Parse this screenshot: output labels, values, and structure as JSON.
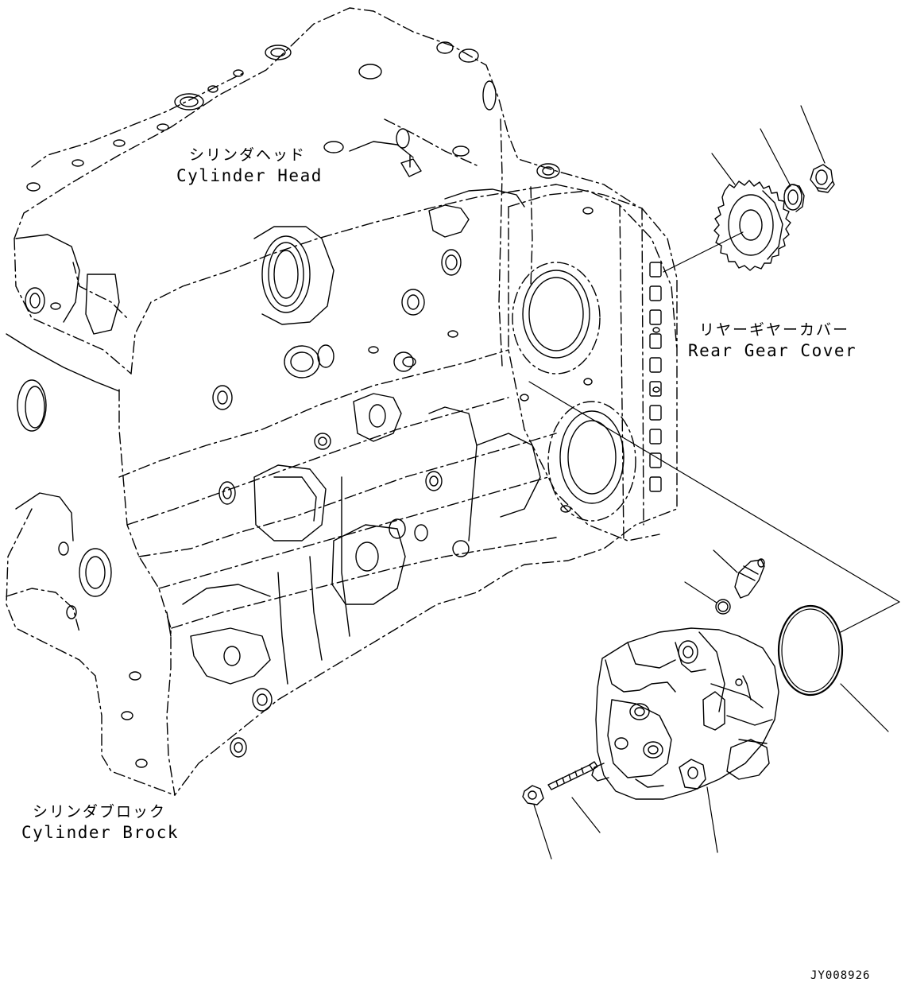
{
  "labels": {
    "cylinder_head": {
      "jp": "シリンダヘッド",
      "en": "Cylinder Head"
    },
    "cylinder_block": {
      "jp": "シリンダブロック",
      "en": "Cylinder Brock"
    },
    "rear_gear_cover": {
      "jp": "リヤーギヤーカバー",
      "en": "Rear Gear Cover"
    }
  },
  "doc_id": "JY008926",
  "colors": {
    "line": "#000000",
    "background": "#ffffff"
  }
}
